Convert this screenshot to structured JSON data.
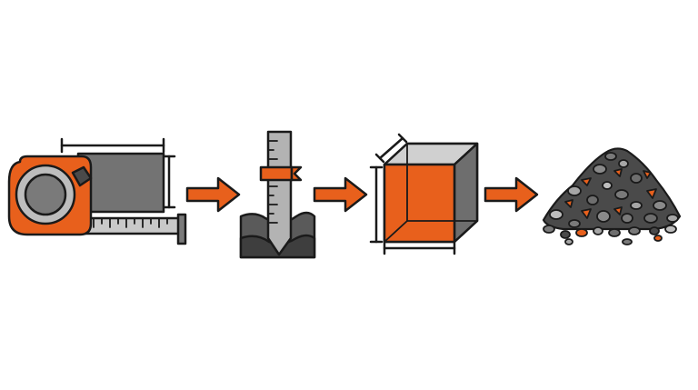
{
  "diagram": {
    "type": "process-flow",
    "steps": [
      {
        "id": "measure",
        "icon": "tape-measure-icon"
      },
      {
        "id": "depth",
        "icon": "depth-gauge-icon"
      },
      {
        "id": "volume",
        "icon": "volume-cube-icon"
      },
      {
        "id": "material",
        "icon": "gravel-pile-icon"
      }
    ],
    "connector_icon": "arrow-right-icon",
    "colors": {
      "accent": "#E8601C",
      "dark": "#4A4A4A",
      "mid": "#7A7A7A",
      "light": "#A6A6A6",
      "outline": "#1A1A1A",
      "background": "#FFFFFF"
    }
  }
}
